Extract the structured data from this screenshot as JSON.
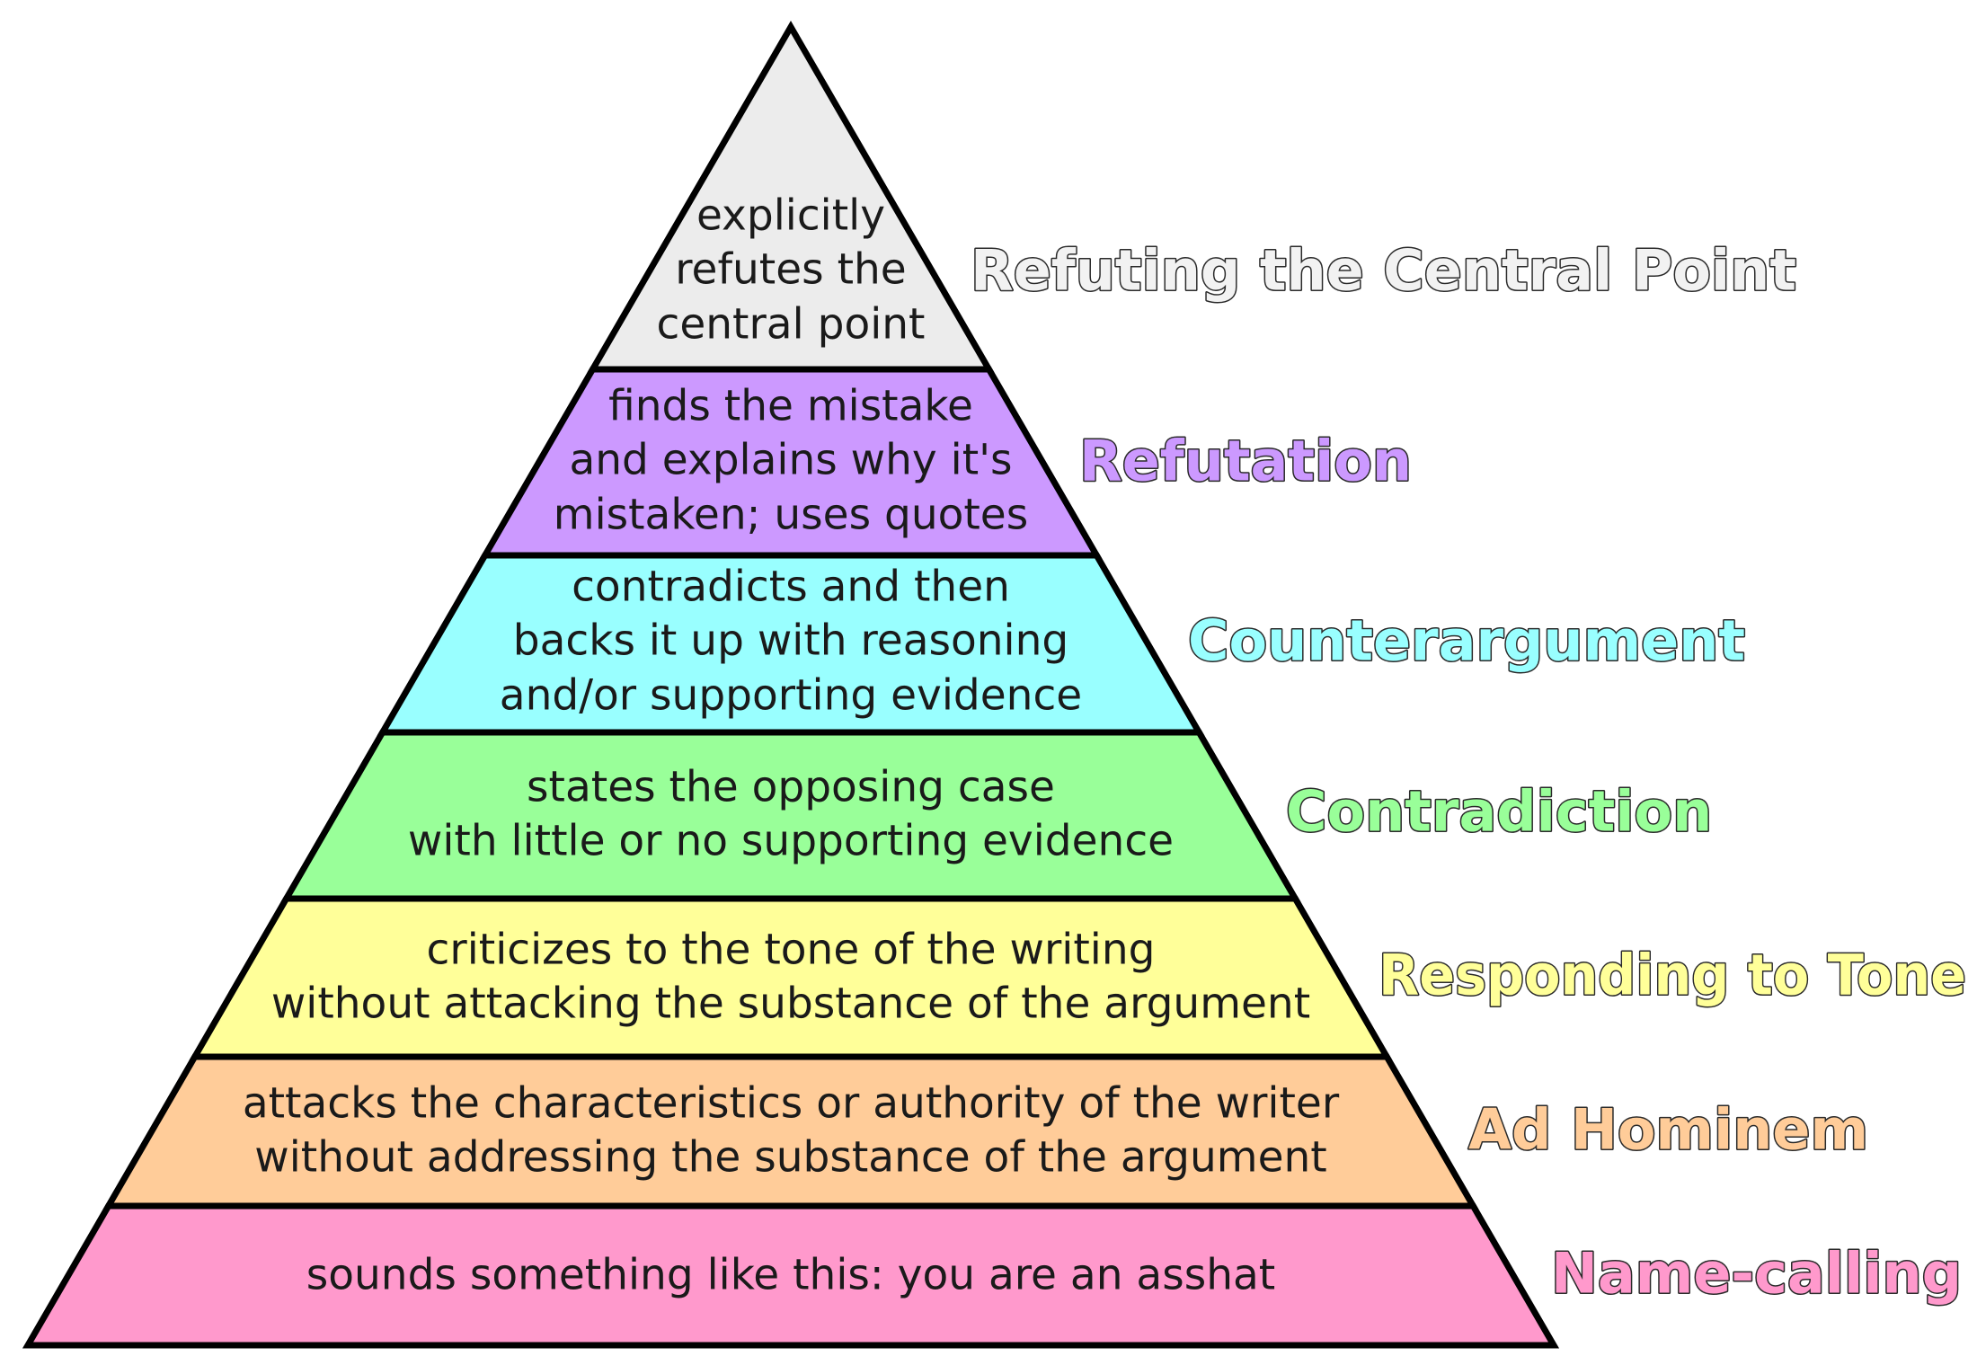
{
  "levels": [
    {
      "name": "Refuting the Central Point",
      "description": [
        "explicitly",
        "refutes the",
        "central point"
      ],
      "fill": "#ececec",
      "label_color": "#f2f2f2"
    },
    {
      "name": "Refutation",
      "description": [
        "finds the mistake",
        "and explains why it's",
        "mistaken; uses quotes"
      ],
      "fill": "#cc99ff",
      "label_color": "#cc99ff"
    },
    {
      "name": "Counterargument",
      "description": [
        "contradicts and then",
        "backs it up with reasoning",
        "and/or supporting evidence"
      ],
      "fill": "#99ffff",
      "label_color": "#99ffff"
    },
    {
      "name": "Contradiction",
      "description": [
        "states the opposing case",
        "with little or no supporting evidence"
      ],
      "fill": "#99ff99",
      "label_color": "#99ff99"
    },
    {
      "name": "Responding to Tone",
      "description": [
        "criticizes to the tone of the writing",
        "without attacking the substance of the argument"
      ],
      "fill": "#ffff99",
      "label_color": "#ffff99"
    },
    {
      "name": "Ad Hominem",
      "description": [
        "attacks the characteristics or authority of the writer",
        "without addressing the substance of the argument"
      ],
      "fill": "#ffcc99",
      "label_color": "#ffcc99"
    },
    {
      "name": "Name-calling",
      "description": [
        "sounds something like this: you are an asshat"
      ],
      "fill": "#ff99cc",
      "label_color": "#ff99cc"
    }
  ]
}
